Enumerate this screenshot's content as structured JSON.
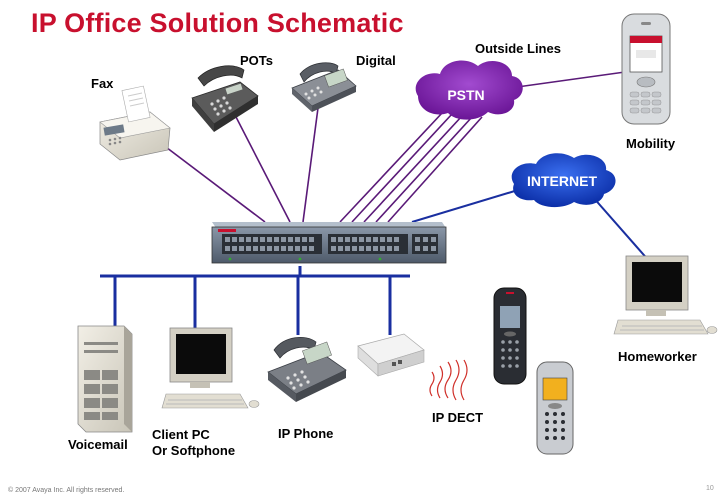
{
  "title": "IP Office Solution Schematic",
  "labels": {
    "fax": "Fax",
    "pots": "POTs",
    "digital": "Digital",
    "outside_lines": "Outside Lines",
    "pstn": "PSTN",
    "mobility": "Mobility",
    "internet": "INTERNET",
    "homeworker": "Homeworker",
    "voicemail": "Voicemail",
    "client_pc_line1": "Client PC",
    "client_pc_line2": "Or Softphone",
    "ip_phone": "IP Phone",
    "ip_dect": "IP DECT"
  },
  "footer": {
    "copyright": "© 2007 Avaya Inc. All rights reserved.",
    "page_number": "10"
  },
  "colors": {
    "title": "#c8102e",
    "pstn_cloud": "#7b1fa2",
    "internet_cloud": "#1240c0",
    "connection_line": "#5a1a78",
    "lan_bus": "#1a2fa0"
  }
}
